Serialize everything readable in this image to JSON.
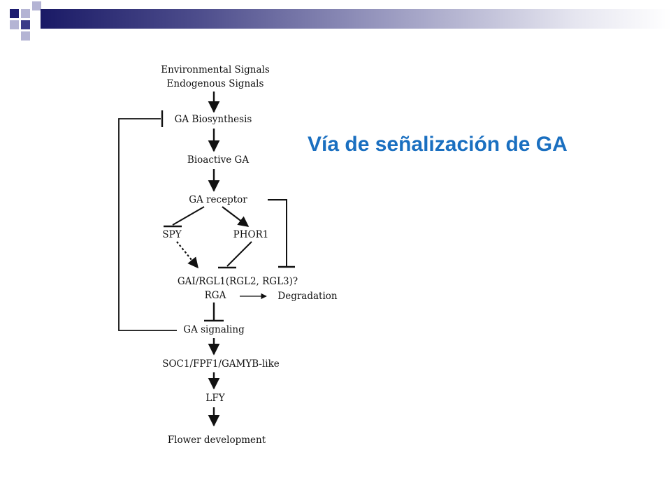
{
  "slide": {
    "title": "Vía de señalización de GA",
    "colors": {
      "title": "#1a6fc0",
      "banner_dark": "#1a1a66",
      "logo_dark": "#1c1c70",
      "logo_light": "#b4b4d4"
    }
  },
  "diagram": {
    "nodes": {
      "env_signals": "Environmental Signals",
      "endo_signals": "Endogenous Signals",
      "ga_biosynthesis": "GA Biosynthesis",
      "bioactive_ga": "Bioactive GA",
      "ga_receptor": "GA receptor",
      "spy": "SPY",
      "phor1": "PHOR1",
      "gai_rgl1": "GAI/RGL1(RGL2, RGL3)?",
      "rga": "RGA",
      "degradation": "Degradation",
      "ga_signaling": "GA signaling",
      "soc1": "SOC1/FPF1/GAMYB-like",
      "lfy": "LFY",
      "flower_dev": "Flower development"
    }
  }
}
